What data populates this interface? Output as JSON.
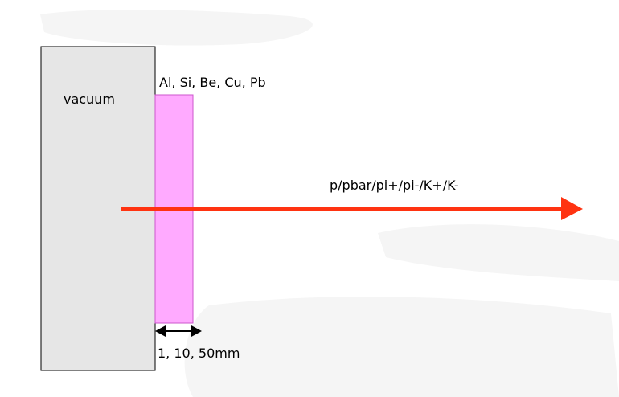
{
  "labels": {
    "vacuum": "vacuum",
    "materials": "Al, Si, Be, Cu, Pb",
    "beam": "p/pbar/pi+/pi-/K+/K-",
    "thickness": "1, 10, 50mm"
  },
  "colors": {
    "vacuum_fill": "#e6e6e6",
    "vacuum_stroke": "#000000",
    "target_fill": "#ffaaff",
    "target_stroke": "#cc55cc",
    "beam": "#ff3311",
    "dimension_arrow": "#000000",
    "background_blotch": "#f5f5f5"
  }
}
